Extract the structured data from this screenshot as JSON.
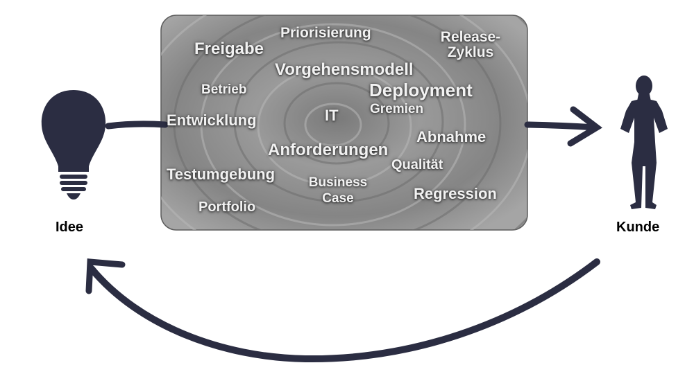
{
  "idea": {
    "label": "Idee",
    "icon": "lightbulb-icon"
  },
  "customer": {
    "label": "Kunde",
    "icon": "person-silhouette-icon"
  },
  "colors": {
    "ink": "#2b2d42",
    "box": "#8f8f8f",
    "word": "#f2f2f2"
  },
  "process_words": {
    "freigabe": "Freigabe",
    "priorisierung": "Priorisierung",
    "release_1": "Release-",
    "release_2": "Zyklus",
    "vorgehensmodell": "Vorgehensmodell",
    "betrieb": "Betrieb",
    "deployment": "Deployment",
    "gremien": "Gremien",
    "entwicklung": "Entwicklung",
    "it": "IT",
    "abnahme": "Abnahme",
    "anforderungen": "Anforderungen",
    "qualitaet": "Qualität",
    "testumgebung": "Testumgebung",
    "business_1": "Business",
    "business_2": "Case",
    "regression": "Regression",
    "portfolio": "Portfolio"
  }
}
